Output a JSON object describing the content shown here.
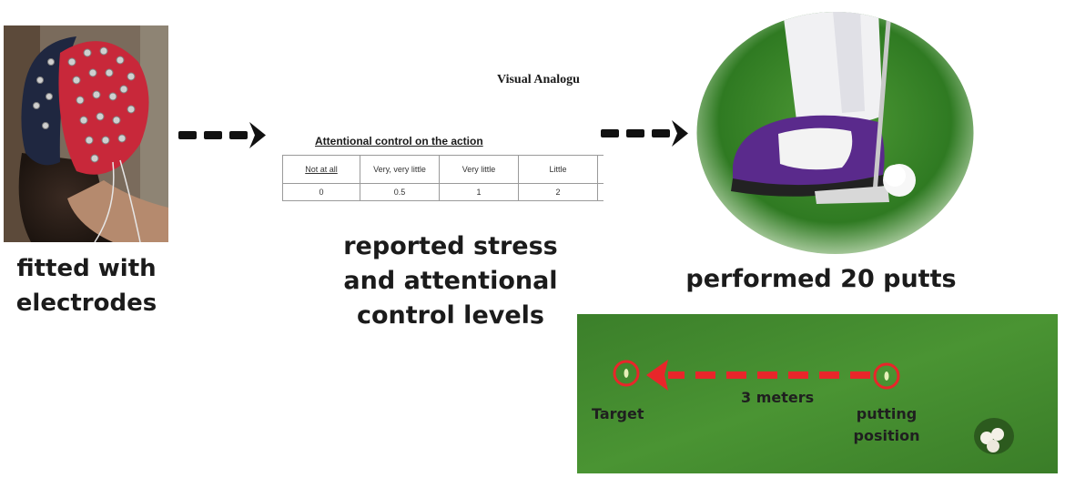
{
  "steps": [
    {
      "label_lines": [
        "fitted with",
        "electrodes"
      ]
    },
    {
      "label_lines": [
        "reported stress",
        "and attentional",
        "control levels"
      ]
    },
    {
      "label_lines": [
        "performed 20 putts"
      ]
    }
  ],
  "questionnaire": {
    "scale_heading": "Visual Analogu",
    "title": "Attentional control on the action",
    "columns": [
      {
        "label": "Not at all",
        "value": "0"
      },
      {
        "label": "Very, very little",
        "value": "0.5"
      },
      {
        "label": "Very little",
        "value": "1"
      },
      {
        "label": "Little",
        "value": "2"
      }
    ]
  },
  "putting_setup": {
    "target_label": "Target",
    "distance_label": "3 meters",
    "putting_label_lines": [
      "putting",
      "position"
    ]
  },
  "colors": {
    "arrow": "#111111",
    "eeg_cap_red": "#c8283a",
    "eeg_cap_navy": "#1f2740",
    "grass": "#3e8a2c",
    "putt_marker": "#e8262a",
    "shoe_purple": "#5a2a8c"
  }
}
